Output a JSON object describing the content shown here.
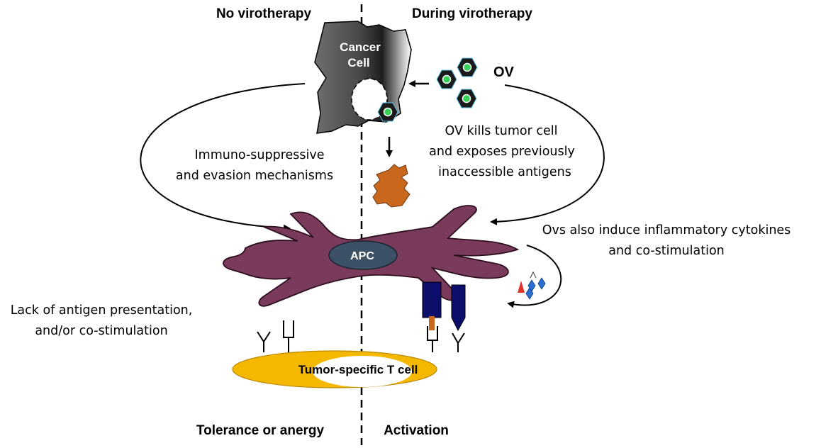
{
  "headers": {
    "left": "No virotherapy",
    "right": "During virotherapy"
  },
  "labels": {
    "cancer_cell_line1": "Cancer",
    "cancer_cell_line2": "Cell",
    "ov": "OV",
    "apc": "APC",
    "t_cell": "Tumor-specific T cell"
  },
  "annotations": {
    "immuno_line1": "Immuno-suppressive",
    "immuno_line2": "and evasion mechanisms",
    "ov_kills_line1": "OV kills tumor cell",
    "ov_kills_line2": "and exposes previously",
    "ov_kills_line3": "inaccessible antigens",
    "cytokines_line1": "Ovs also induce inflammatory cytokines",
    "cytokines_line2": "and co-stimulation",
    "lack_line1": "Lack of antigen presentation,",
    "lack_line2": "and/or co-stimulation"
  },
  "footers": {
    "left": "Tolerance or anergy",
    "right": "Activation"
  },
  "colors": {
    "apc_fill": "#7a3a5c",
    "apc_nucleus": "#3d5166",
    "t_cell_fill": "#f5b800",
    "mhc_fill": "#0d0d6b",
    "antigen_fill": "#c9681c",
    "cytokine_red": "#e0332a",
    "cytokine_blue": "#2a6fd1"
  }
}
